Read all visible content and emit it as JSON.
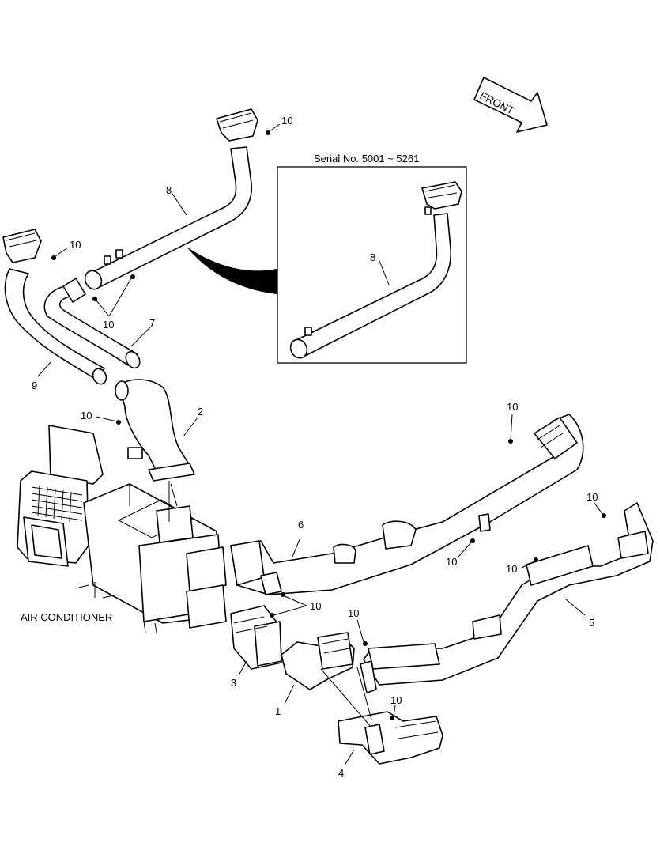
{
  "colors": {
    "line": "#000000",
    "background": "#ffffff"
  },
  "direction_arrow": {
    "label": "FRONT"
  },
  "inset": {
    "title": "Serial No. 5001 ~ 5261",
    "part_label": "8"
  },
  "unit_label": "AIR CONDITIONER",
  "callouts": {
    "c1": "1",
    "c2": "2",
    "c3": "3",
    "c4": "4",
    "c5": "5",
    "c6": "6",
    "c7": "7",
    "c8": "8",
    "c9": "9",
    "c10_a": "10",
    "c10_b": "10",
    "c10_c": "10",
    "c10_d": "10",
    "c10_e": "10",
    "c10_f": "10",
    "c10_g": "10",
    "c10_h": "10",
    "c10_i": "10",
    "c10_j": "10",
    "c10_k": "10"
  }
}
